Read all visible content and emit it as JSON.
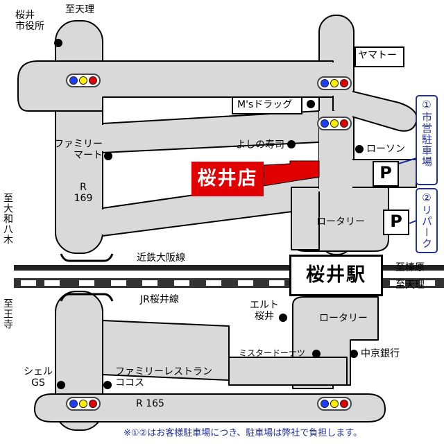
{
  "labels": {
    "sakurai_city_hall": "桜井\n市役所",
    "to_tenri_top": "至天理",
    "yamato": "ヤマトー",
    "ms_drug": "M'sドラッグ",
    "yoshinozushi": "よしの寿司",
    "lawson": "ローソン",
    "familymart": "ファミリー\nマート",
    "r169": "R\n169",
    "rotary_north": "ロータリー",
    "kintetsu_line": "近鉄大阪線",
    "jr_line": "JR桜井線",
    "to_haibara": "至榛原",
    "to_tenri_east": "至天理",
    "elto_sakurai": "エルト\n桜井",
    "rotary_south": "ロータリー",
    "mister_donut": "ミスタードーナツ",
    "chukyo_bank": "中京銀行",
    "shell_gs": "シェル\nGS",
    "family_restaurant": "ファミリーレストラン\nココス",
    "r165": "R 165",
    "to_yamato_yagi": "至大和八木",
    "to_oji": "至王寺",
    "parking_city": "①市営駐車場",
    "parking_ripark": "②リパーク",
    "parking_symbol": "P",
    "station_name": "桜井駅",
    "shop_name": "桜井店",
    "footnote": "※①②はお客様駐車場につき、駐車場は弊社で負担します。"
  },
  "colors": {
    "road": "#d9d9d9",
    "road_outline": "#000000",
    "shop": "#e00000",
    "signal_blue": "#1f3fff",
    "signal_yellow": "#ffee00",
    "signal_red": "#e00000",
    "callout_text": "#1f2f9f"
  }
}
